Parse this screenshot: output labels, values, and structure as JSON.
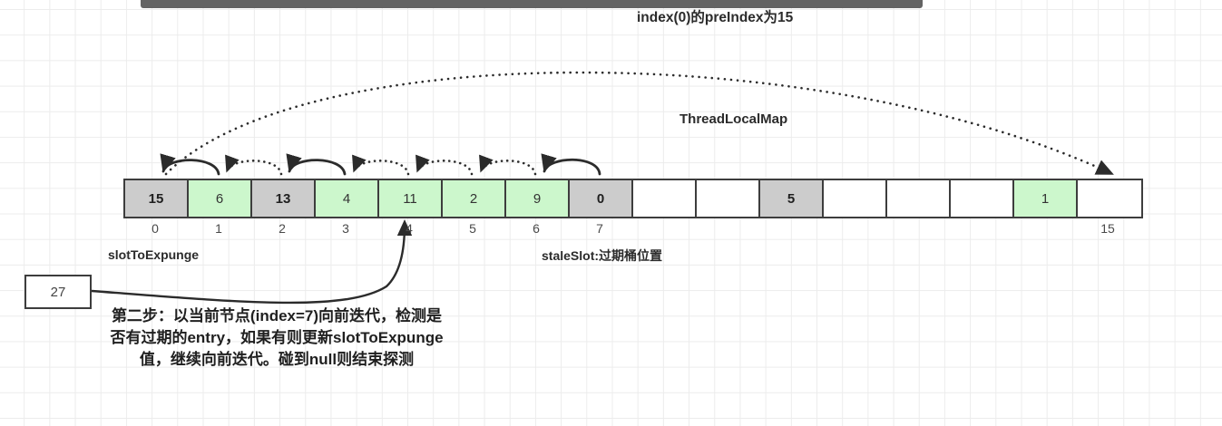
{
  "diagram": {
    "title_top": "index(0)的preIndex为15",
    "title_structure": "ThreadLocalMap",
    "label_slot_to_expunge": "slotToExpunge",
    "label_stale_slot": "staleSlot:过期桶位置",
    "note_box_value": "27",
    "description": "第二步：以当前节点(index=7)向前迭代，检测是否有过期的entry，如果有则更新slotToExpunge值，继续向前迭代。碰到null则结束探测",
    "colors": {
      "gray_cell": "#cccccc",
      "green_cell": "#ccf7cc",
      "border": "#3d3d3d",
      "grid": "#ececec",
      "topbar": "#636363"
    },
    "array": {
      "cells": [
        {
          "index": 0,
          "value": "15",
          "fill": "gray",
          "tick": "0"
        },
        {
          "index": 1,
          "value": "6",
          "fill": "green",
          "tick": "1"
        },
        {
          "index": 2,
          "value": "13",
          "fill": "gray",
          "tick": "2"
        },
        {
          "index": 3,
          "value": "4",
          "fill": "green",
          "tick": "3"
        },
        {
          "index": 4,
          "value": "11",
          "fill": "green",
          "tick": "4"
        },
        {
          "index": 5,
          "value": "2",
          "fill": "green",
          "tick": "5"
        },
        {
          "index": 6,
          "value": "9",
          "fill": "green",
          "tick": "6"
        },
        {
          "index": 7,
          "value": "0",
          "fill": "gray",
          "tick": "7"
        },
        {
          "index": 8,
          "value": "",
          "fill": "white",
          "tick": ""
        },
        {
          "index": 9,
          "value": "",
          "fill": "white",
          "tick": ""
        },
        {
          "index": 10,
          "value": "5",
          "fill": "gray",
          "tick": ""
        },
        {
          "index": 11,
          "value": "",
          "fill": "white",
          "tick": ""
        },
        {
          "index": 12,
          "value": "",
          "fill": "white",
          "tick": ""
        },
        {
          "index": 13,
          "value": "",
          "fill": "white",
          "tick": ""
        },
        {
          "index": 14,
          "value": "1",
          "fill": "green",
          "tick": ""
        },
        {
          "index": 15,
          "value": "",
          "fill": "white",
          "tick": "15"
        }
      ]
    }
  }
}
